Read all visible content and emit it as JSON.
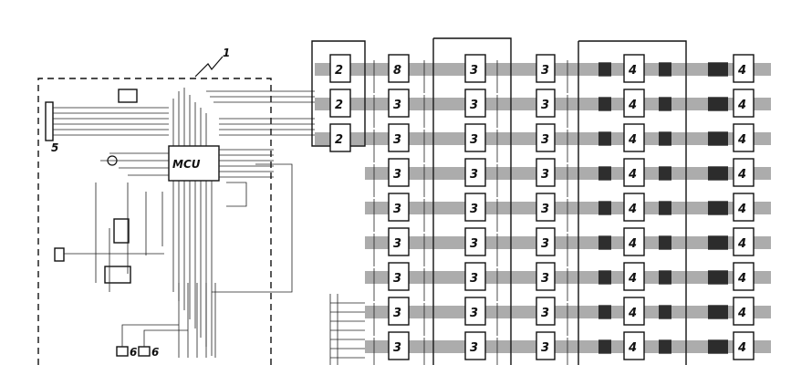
{
  "labels": {
    "mcu": "MCU",
    "ref_1": "1",
    "ref_5": "5",
    "ref_6a": "6",
    "ref_6b": "6",
    "col_a": "2",
    "col_b": "3",
    "col_c": "3",
    "col_d": "3",
    "col_e": "4",
    "col_f": "4",
    "top_a": "8"
  },
  "grid": {
    "rows_col_a": 3,
    "rows_main": 9
  }
}
